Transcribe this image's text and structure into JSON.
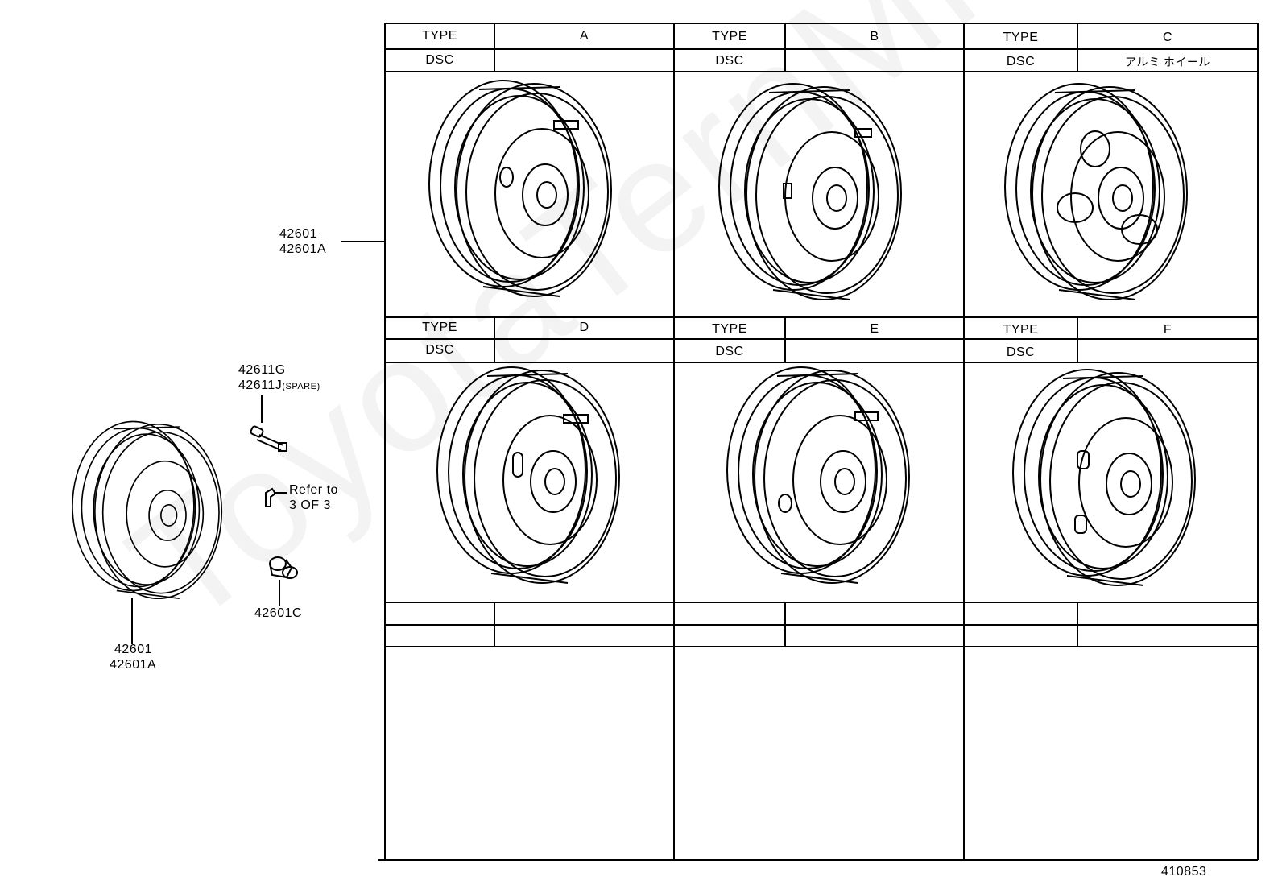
{
  "watermark": "ToyotaTernMine.ru",
  "callouts": {
    "main_wheel_top": [
      "42601",
      "42601A"
    ],
    "main_wheel_bottom": [
      "42601",
      "42601A"
    ],
    "valve": [
      "42611G",
      "42611J"
    ],
    "valve_suffix": "(SPARE)",
    "refer": [
      "Refer to",
      "3 OF 3"
    ],
    "nut": "42601C"
  },
  "table": {
    "type_label": "TYPE",
    "dsc_label": "DSC",
    "columns": [
      {
        "type": "A",
        "dsc": ""
      },
      {
        "type": "B",
        "dsc": ""
      },
      {
        "type": "C",
        "dsc": "アルミ ホイール"
      },
      {
        "type": "D",
        "dsc": ""
      },
      {
        "type": "E",
        "dsc": ""
      },
      {
        "type": "F",
        "dsc": ""
      }
    ]
  },
  "figure_number": "410853"
}
